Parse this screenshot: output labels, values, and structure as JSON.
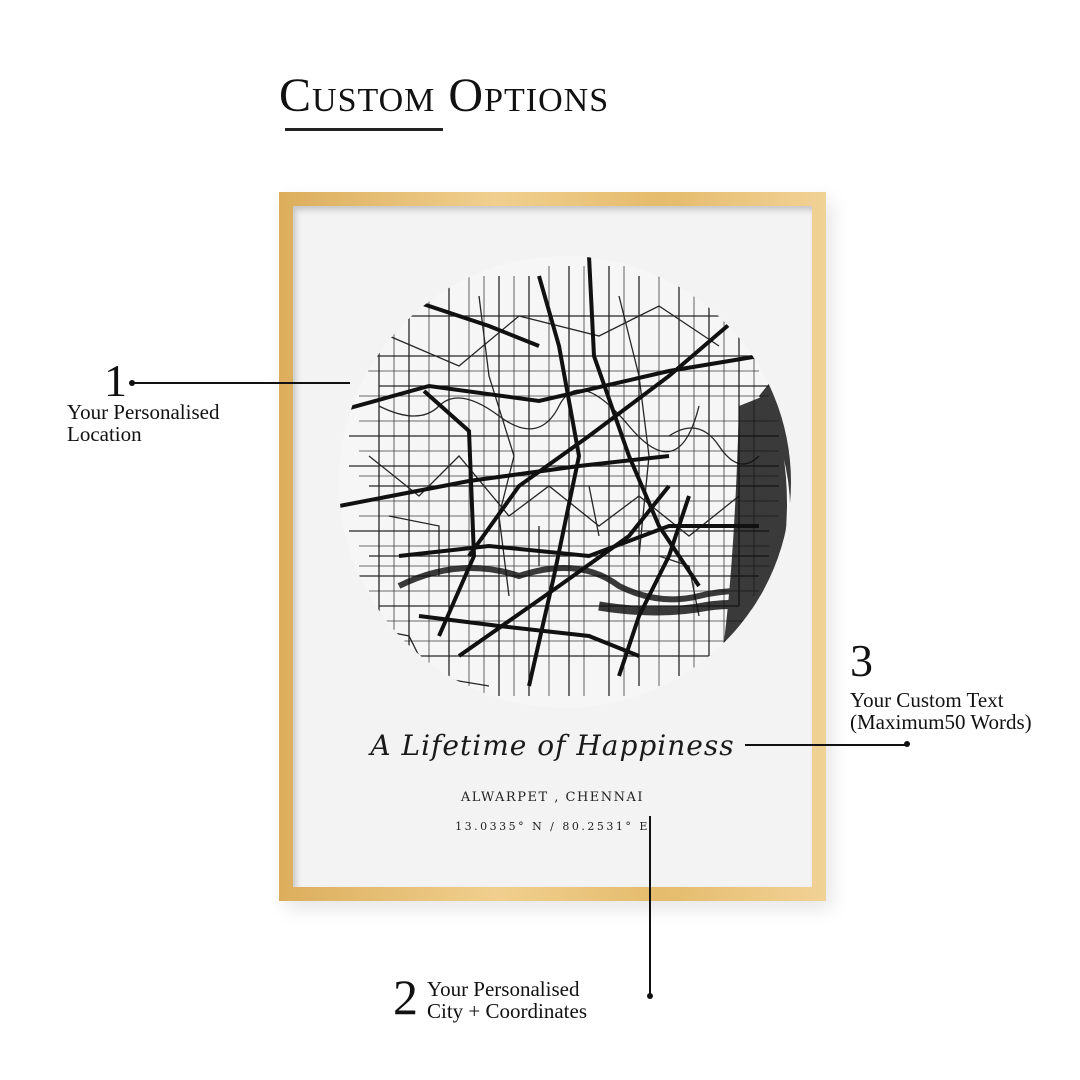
{
  "header": {
    "title": "Custom Options"
  },
  "poster": {
    "script_text": "A Lifetime of Happiness",
    "city": "ALWARPET , CHENNAI",
    "coordinates": "13.0335° N / 80.2531° E",
    "frame_color": "#e8c27a",
    "sea_color": "#3a3a3a"
  },
  "callouts": [
    {
      "number": "1",
      "line1": "Your Personalised",
      "line2": "Location"
    },
    {
      "number": "2",
      "line1": "Your Personalised",
      "line2": "City + Coordinates"
    },
    {
      "number": "3",
      "line1": "Your Custom Text",
      "line2": "(Maximum50 Words)"
    }
  ]
}
